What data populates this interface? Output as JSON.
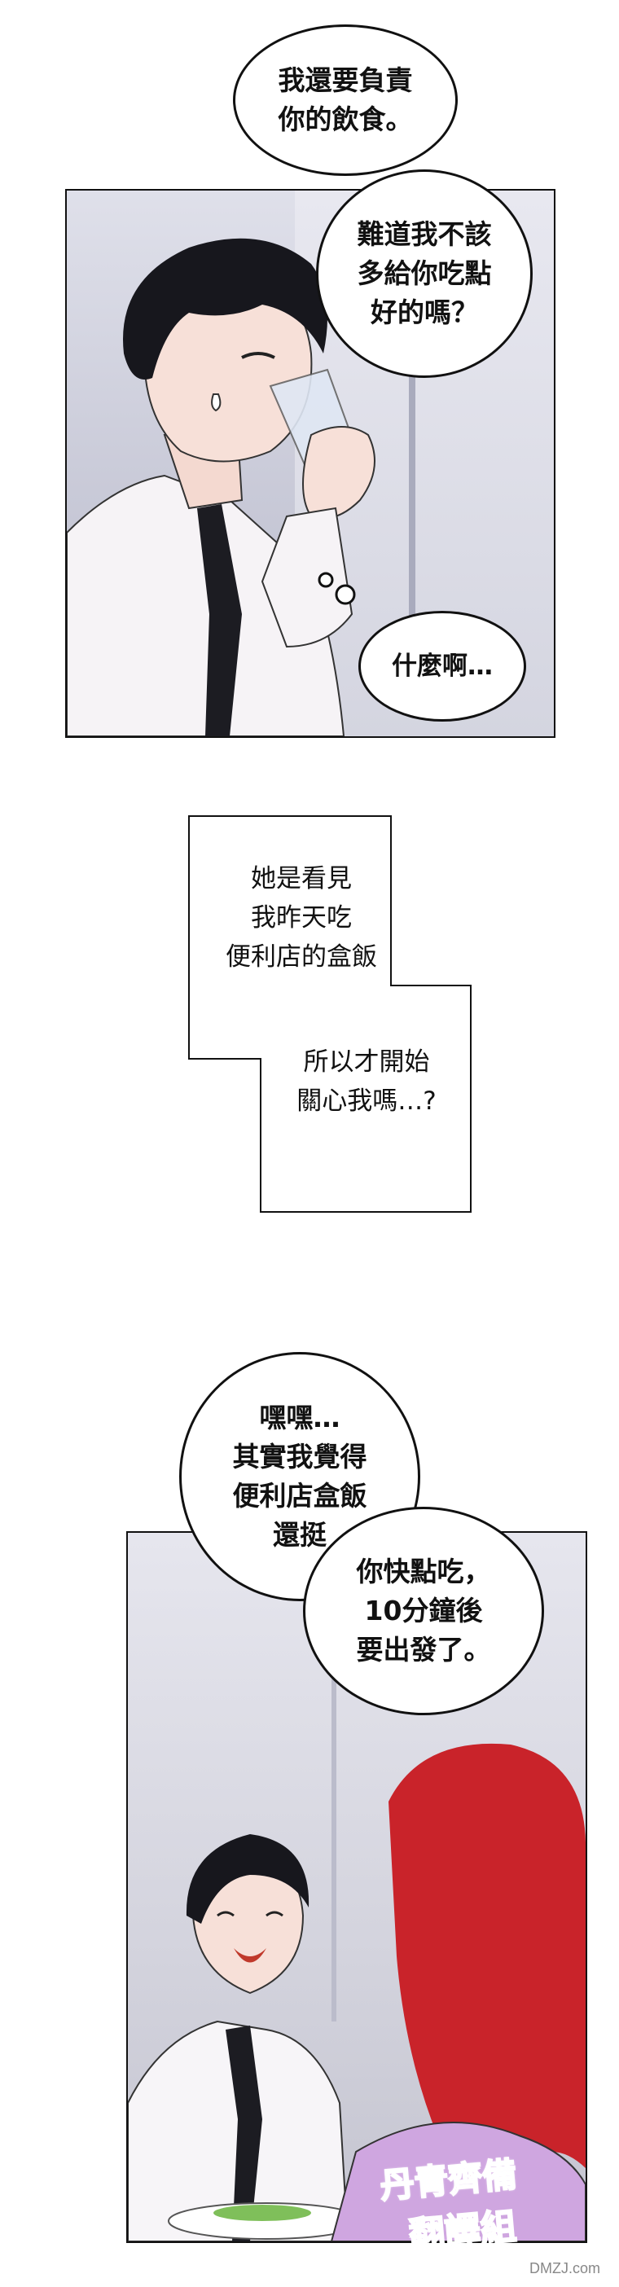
{
  "panel1": {
    "bubble_top": "我還要負責\n你的飲食。",
    "bubble_mid": "難道我不該\n多給你吃點\n好的嗎？",
    "thought": "什麼啊…"
  },
  "narration_box": {
    "text_top": "她是看見\n我昨天吃\n便利店的盒飯",
    "text_bottom": "所以才開始\n關心我嗎…?"
  },
  "panel2": {
    "bubble_left": "嘿嘿…\n其實我覺得\n便利店盒飯\n還挺",
    "bubble_right": "你快點吃，\n10分鐘後\n要出發了。"
  },
  "watermark": {
    "logo_line1": "丹青齊備",
    "logo_line2": "翻譯組",
    "site": "DMZJ.com"
  }
}
